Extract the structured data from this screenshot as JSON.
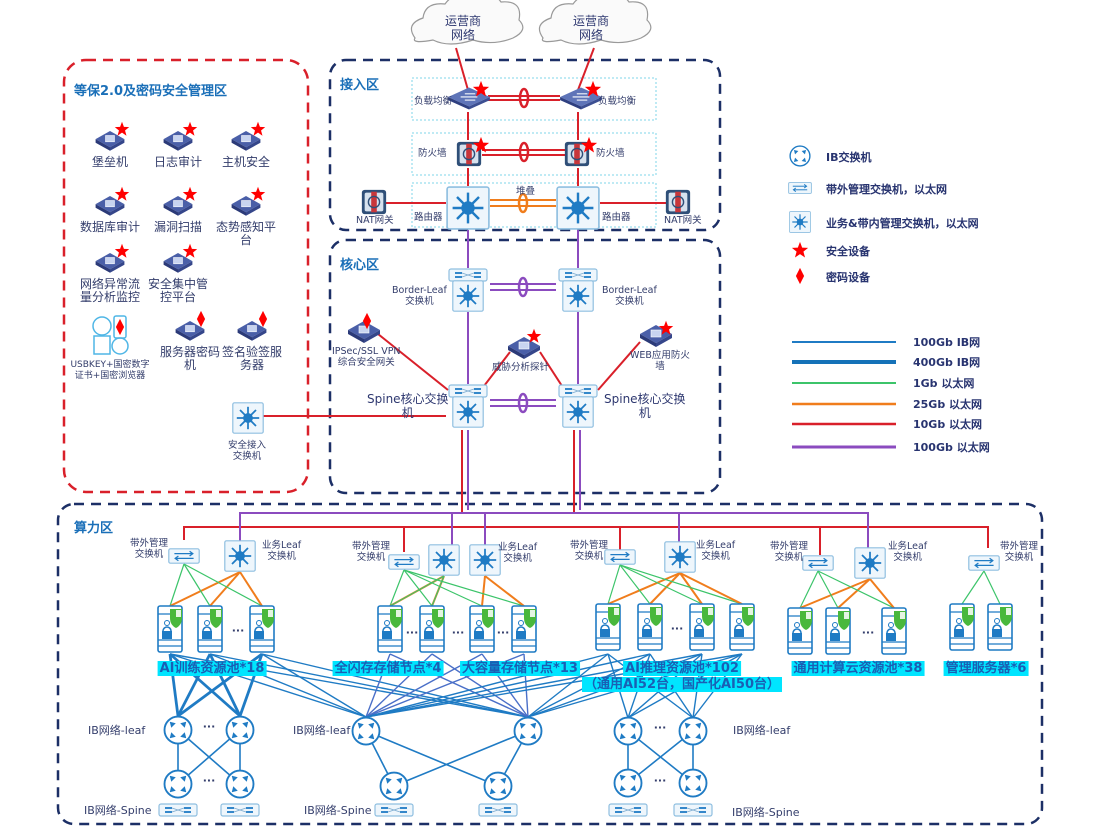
{
  "clouds": [
    {
      "label": "运营商\n网络"
    },
    {
      "label": "运营商\n网络"
    }
  ],
  "zones": {
    "security": {
      "title": "等保2.0及密码安全管理区"
    },
    "access": {
      "title": "接入区"
    },
    "core": {
      "title": "核心区"
    },
    "compute": {
      "title": "算力区"
    }
  },
  "security_devices": [
    {
      "label": "堡垒机",
      "marker": "star"
    },
    {
      "label": "日志审计",
      "marker": "star"
    },
    {
      "label": "主机安全",
      "marker": "star"
    },
    {
      "label": "数据库审计",
      "marker": "star"
    },
    {
      "label": "漏洞扫描",
      "marker": "star"
    },
    {
      "label": "态势感知平台",
      "marker": "star"
    },
    {
      "label": "网络异常流量分析监控",
      "marker": "star"
    },
    {
      "label": "安全集中管控平台",
      "marker": "star"
    },
    {
      "label": "USBKEY+国密数字证书+国密浏览器",
      "marker": "diamond"
    },
    {
      "label": "服务器密码机",
      "marker": "diamond"
    },
    {
      "label": "签名验签服务器",
      "marker": "diamond"
    }
  ],
  "security_switch": {
    "label": "安全接入交换机"
  },
  "access_zone": {
    "load_balancer": "负载均衡",
    "firewall": "防火墙",
    "router": "路由器",
    "nat": "NAT网关",
    "stack": "堆叠"
  },
  "core_zone": {
    "border_leaf": "Border-Leaf交换机",
    "spine": "Spine核心交换机",
    "vpn": "IPSec/SSL VPN\n综合安全网关",
    "threat_probe": "威胁分析探针",
    "waf": "WEB应用防火墙"
  },
  "compute_zone": {
    "oob_switch": "带外管理交换机",
    "biz_leaf": "业务Leaf交换机",
    "ellipsis": "···",
    "pools": [
      {
        "label": "AI训练资源池*18",
        "count": 18
      },
      {
        "label": "全闪存存储节点*4",
        "count": 4
      },
      {
        "label": "大容量存储节点*13",
        "count": 13
      },
      {
        "label": "AI推理资源池*102",
        "sub": "（通用AI52台，国产化AI50台）",
        "count": 102
      },
      {
        "label": "通用计算云资源池*38",
        "count": 38
      },
      {
        "label": "管理服务器*6",
        "count": 6
      }
    ],
    "ib_leaf": "IB网络-leaf",
    "ib_spine": "IB网络-Spine"
  },
  "legend": {
    "icons": [
      {
        "icon": "ib-switch-icon",
        "label": "IB交换机"
      },
      {
        "icon": "oob-switch-icon",
        "label": "带外管理交换机，以太网"
      },
      {
        "icon": "biz-switch-icon",
        "label": "业务&带内管理交换机，以太网"
      },
      {
        "icon": "star-icon",
        "label": "安全设备"
      },
      {
        "icon": "diamond-icon",
        "label": "密码设备"
      }
    ],
    "lines": [
      {
        "label": "100Gb IB网",
        "color": "#1f7bc4"
      },
      {
        "label": "400Gb IB网",
        "color": "#1572b8"
      },
      {
        "label": "1Gb 以太网",
        "color": "#3cc46a"
      },
      {
        "label": "25Gb 以太网",
        "color": "#f07d1c"
      },
      {
        "label": "10Gb 以太网",
        "color": "#d9202a"
      },
      {
        "label": "100Gb 以太网",
        "color": "#8b4bbf"
      }
    ]
  },
  "colors": {
    "navy_dash": "#1c2f66",
    "red_dash": "#d9202a",
    "ib_blue": "#1f7bc4",
    "eth_1g": "#3cc46a",
    "eth_25g": "#f07d1c",
    "eth_10g": "#d9202a",
    "eth_100g": "#8b4bbf",
    "pool_bg": "#00e5ff",
    "star": "#ff0000"
  }
}
